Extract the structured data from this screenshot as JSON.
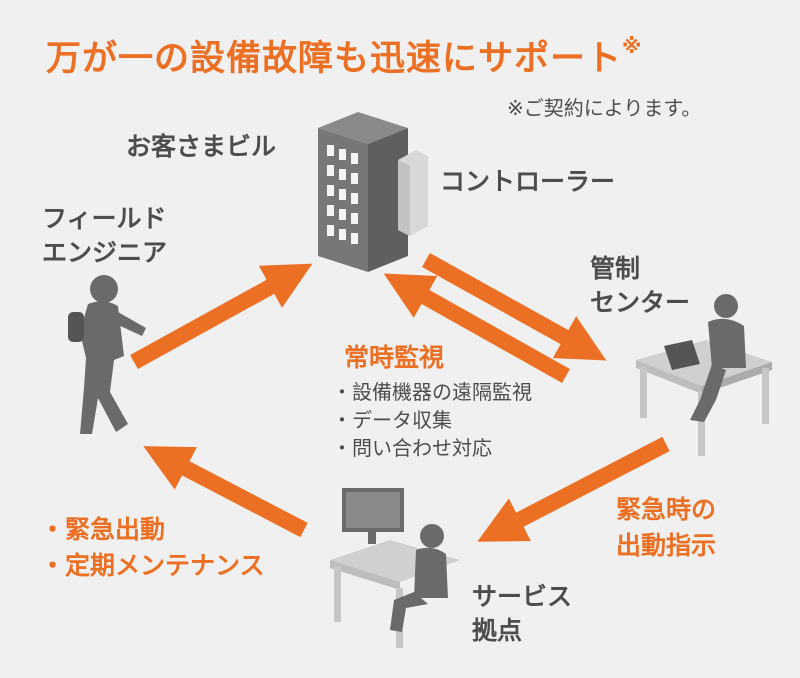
{
  "title": {
    "main": "万が一の設備故障も迅速にサポート",
    "mark": "※"
  },
  "note": "※ご契約によります。",
  "nodes": {
    "building": "お客さまビル",
    "controller": "コントローラー",
    "engineer": [
      "フィールド",
      "エンジニア"
    ],
    "center": [
      "管制",
      "センター"
    ],
    "service": [
      "サービス",
      "拠点"
    ]
  },
  "monitoring": {
    "title": "常時監視",
    "items": [
      "・設備機器の遠隔監視",
      "・データ収集",
      "・問い合わせ対応"
    ]
  },
  "dispatch": [
    "緊急時の",
    "出動指示"
  ],
  "engineer_tasks": [
    "・緊急出動",
    "・定期メンテナンス"
  ],
  "colors": {
    "accent": "#ec7024",
    "text": "#4d4d4d",
    "background": "#f0f0f0"
  }
}
